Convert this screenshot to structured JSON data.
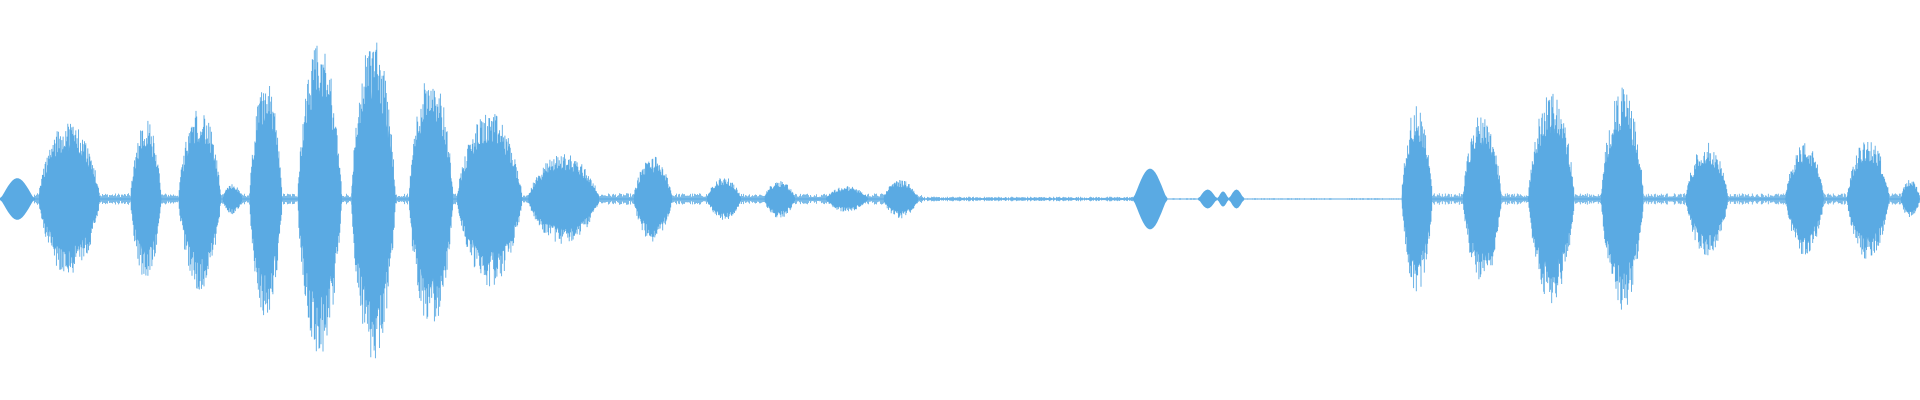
{
  "waveform": {
    "color": "#5aaae3",
    "background": "#ffffff",
    "segments": [
      {
        "start": 0.0,
        "end": 0.018,
        "amp": 0.11,
        "kind": "smooth"
      },
      {
        "start": 0.02,
        "end": 0.052,
        "amp": 0.36,
        "kind": "burst"
      },
      {
        "start": 0.068,
        "end": 0.084,
        "amp": 0.37,
        "kind": "burst"
      },
      {
        "start": 0.093,
        "end": 0.115,
        "amp": 0.42,
        "kind": "burst"
      },
      {
        "start": 0.116,
        "end": 0.126,
        "amp": 0.07,
        "kind": "burst"
      },
      {
        "start": 0.13,
        "end": 0.147,
        "amp": 0.55,
        "kind": "burst"
      },
      {
        "start": 0.155,
        "end": 0.178,
        "amp": 0.72,
        "kind": "burst"
      },
      {
        "start": 0.183,
        "end": 0.206,
        "amp": 0.75,
        "kind": "burst"
      },
      {
        "start": 0.213,
        "end": 0.236,
        "amp": 0.6,
        "kind": "burst"
      },
      {
        "start": 0.238,
        "end": 0.272,
        "amp": 0.4,
        "kind": "burst"
      },
      {
        "start": 0.275,
        "end": 0.312,
        "amp": 0.21,
        "kind": "burst"
      },
      {
        "start": 0.33,
        "end": 0.35,
        "amp": 0.2,
        "kind": "burst"
      },
      {
        "start": 0.368,
        "end": 0.386,
        "amp": 0.1,
        "kind": "burst"
      },
      {
        "start": 0.398,
        "end": 0.414,
        "amp": 0.09,
        "kind": "burst"
      },
      {
        "start": 0.43,
        "end": 0.452,
        "amp": 0.06,
        "kind": "burst"
      },
      {
        "start": 0.46,
        "end": 0.478,
        "amp": 0.09,
        "kind": "burst"
      },
      {
        "start": 0.59,
        "end": 0.608,
        "amp": 0.16,
        "kind": "smooth"
      },
      {
        "start": 0.624,
        "end": 0.634,
        "amp": 0.05,
        "kind": "smooth"
      },
      {
        "start": 0.634,
        "end": 0.64,
        "amp": 0.04,
        "kind": "smooth"
      },
      {
        "start": 0.64,
        "end": 0.648,
        "amp": 0.05,
        "kind": "smooth"
      },
      {
        "start": 0.73,
        "end": 0.746,
        "amp": 0.43,
        "kind": "burst"
      },
      {
        "start": 0.762,
        "end": 0.782,
        "amp": 0.4,
        "kind": "burst"
      },
      {
        "start": 0.796,
        "end": 0.82,
        "amp": 0.49,
        "kind": "burst"
      },
      {
        "start": 0.834,
        "end": 0.856,
        "amp": 0.51,
        "kind": "burst"
      },
      {
        "start": 0.878,
        "end": 0.9,
        "amp": 0.26,
        "kind": "burst"
      },
      {
        "start": 0.93,
        "end": 0.95,
        "amp": 0.26,
        "kind": "burst"
      },
      {
        "start": 0.962,
        "end": 0.984,
        "amp": 0.28,
        "kind": "burst"
      },
      {
        "start": 0.99,
        "end": 1.0,
        "amp": 0.09,
        "kind": "burst"
      }
    ],
    "noise_floor": [
      {
        "start": 0.018,
        "end": 0.48,
        "amp": 0.03
      },
      {
        "start": 0.48,
        "end": 0.59,
        "amp": 0.012
      },
      {
        "start": 0.608,
        "end": 0.73,
        "amp": 0.004
      },
      {
        "start": 0.746,
        "end": 1.0,
        "amp": 0.03
      }
    ]
  }
}
